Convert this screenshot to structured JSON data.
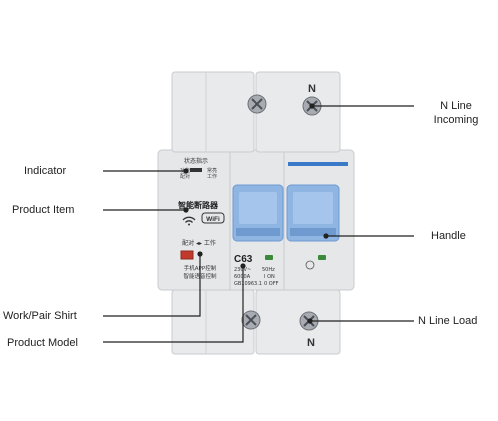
{
  "callouts_left": [
    {
      "id": "indicator",
      "label": "Indicator"
    },
    {
      "id": "product-item",
      "label": "Product Item"
    },
    {
      "id": "work-pair-switch",
      "label": "Work/Pair Shirt"
    },
    {
      "id": "product-model",
      "label": "Product Model"
    }
  ],
  "callouts_right": [
    {
      "id": "n-line-incoming",
      "label": "N Line\nIncoming"
    },
    {
      "id": "handle",
      "label": "Handle"
    },
    {
      "id": "n-line-load",
      "label": "N Line Load"
    }
  ],
  "device": {
    "terminal_top_label": "N",
    "terminal_bottom_label": "N",
    "status_title": "状态指示",
    "status_left": "功能\n配对",
    "status_right": "常亮\n工作",
    "product_name": "智能断路器",
    "wifi_badge": "WiFi",
    "pair_work_label": "配对 ◂▸ 工作",
    "control_line_1": "手机APP控制",
    "control_line_2": "智能语音控制",
    "model": "C63",
    "spec_voltage": "230V~",
    "spec_freq": "50Hz",
    "spec_capacity": "6000A",
    "spec_on": "I ON",
    "spec_standard": "GB10963.1",
    "spec_off": "0 OFF"
  },
  "colors": {
    "body": "#e6e7e9",
    "body_shadow": "#c9cbce",
    "handle": "#8fb6e3",
    "handle_dark": "#6e9ad0",
    "blue_stripe": "#3a78c8",
    "leader_line": "#222222",
    "red_switch": "#c0392b"
  }
}
